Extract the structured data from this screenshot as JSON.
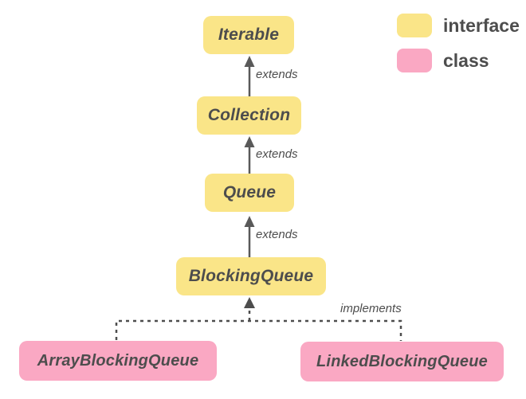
{
  "diagram": {
    "type": "class-hierarchy",
    "nodes": [
      {
        "id": "iterable",
        "label": "Iterable",
        "kind": "interface"
      },
      {
        "id": "collection",
        "label": "Collection",
        "kind": "interface"
      },
      {
        "id": "queue",
        "label": "Queue",
        "kind": "interface"
      },
      {
        "id": "blocking-queue",
        "label": "BlockingQueue",
        "kind": "interface"
      },
      {
        "id": "array-blocking-queue",
        "label": "ArrayBlockingQueue",
        "kind": "class"
      },
      {
        "id": "linked-blocking-queue",
        "label": "LinkedBlockingQueue",
        "kind": "class"
      }
    ],
    "edges": [
      {
        "from": "collection",
        "to": "iterable",
        "label": "extends",
        "style": "solid"
      },
      {
        "from": "queue",
        "to": "collection",
        "label": "extends",
        "style": "solid"
      },
      {
        "from": "blocking-queue",
        "to": "queue",
        "label": "extends",
        "style": "solid"
      },
      {
        "from": "array-blocking-queue",
        "to": "blocking-queue",
        "label": "implements",
        "style": "dashed"
      },
      {
        "from": "linked-blocking-queue",
        "to": "blocking-queue",
        "label": "implements",
        "style": "dashed"
      }
    ],
    "legend": [
      {
        "label": "interface",
        "color": "#FAE588"
      },
      {
        "label": "class",
        "color": "#FAA8C3"
      }
    ],
    "colors": {
      "interface_fill": "#FAE588",
      "class_fill": "#FAA8C3",
      "solid_arrow": "#595959",
      "dashed_line": "#4D4D4D",
      "text": "#4D4D4D",
      "background": "#FFFFFF"
    }
  }
}
